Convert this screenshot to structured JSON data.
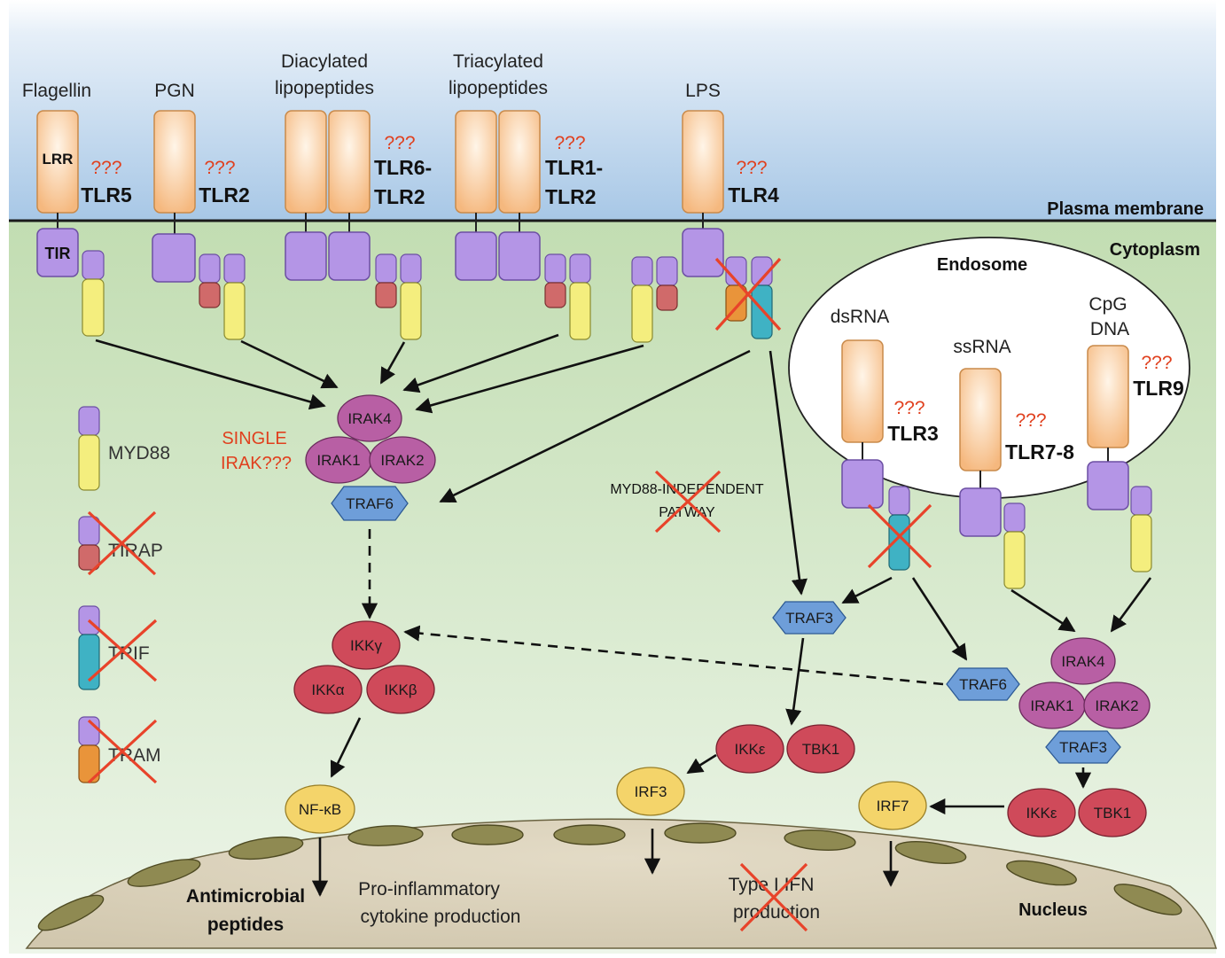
{
  "ligands": {
    "flagellin": "Flagellin",
    "pgn": "PGN",
    "diacylated_1": "Diacylated",
    "diacylated_2": "lipopeptides",
    "triacylated_1": "Triacylated",
    "triacylated_2": "lipopeptides",
    "lps": "LPS",
    "dsrna": "dsRNA",
    "ssrna": "ssRNA",
    "cpg_1": "CpG",
    "cpg_2": "DNA"
  },
  "receptors": {
    "tlr5": "TLR5",
    "tlr2": "TLR2",
    "tlr6_1": "TLR6-",
    "tlr6_2": "TLR2",
    "tlr1_1": "TLR1-",
    "tlr1_2": "TLR2",
    "tlr4": "TLR4",
    "tlr3": "TLR3",
    "tlr78": "TLR7-8",
    "tlr9": "TLR9",
    "unknown": "???",
    "lrr": "LRR",
    "tir": "TIR"
  },
  "regions": {
    "plasma_membrane": "Plasma membrane",
    "cytoplasm": "Cytoplasm",
    "endosome": "Endosome",
    "nucleus": "Nucleus"
  },
  "legend": {
    "myd88": "MYD88",
    "tirap": "TIRAP",
    "trif": "TRIF",
    "tram": "TRAM"
  },
  "annotations": {
    "single_irak_1": "SINGLE",
    "single_irak_2": "IRAK???",
    "myd88_indep_1": "MYD88-INDEPENDENT",
    "myd88_indep_2": "PATWAY"
  },
  "nodes": {
    "irak4": "IRAK4",
    "irak1": "IRAK1",
    "irak2": "IRAK2",
    "traf6": "TRAF6",
    "traf3": "TRAF3",
    "ikk_gamma": "IKKγ",
    "ikk_alpha": "IKKα",
    "ikk_beta": "IKKβ",
    "ikk_epsilon": "IKKε",
    "tbk1": "TBK1",
    "nfkb": "NF-κB",
    "irf3": "IRF3",
    "irf7": "IRF7"
  },
  "outcomes": {
    "antimicrobial_1": "Antimicrobial",
    "antimicrobial_2": "peptides",
    "proinflam_1": "Pro-inflammatory",
    "proinflam_2": "cytokine production",
    "typeifn_1": "Type I IFN",
    "typeifn_2": "production"
  },
  "colors": {
    "receptor": "#f7c08a",
    "tir": "#b495e6",
    "myd88": "#f4ee7e",
    "tirap": "#d06a6a",
    "trif": "#3fb2c4",
    "tram": "#e9943a",
    "irak": "#b85fa4",
    "ikk": "#cf4a5a",
    "traf": "#6e9ed9",
    "irf": "#f4d46a",
    "cross": "#e8432a"
  }
}
